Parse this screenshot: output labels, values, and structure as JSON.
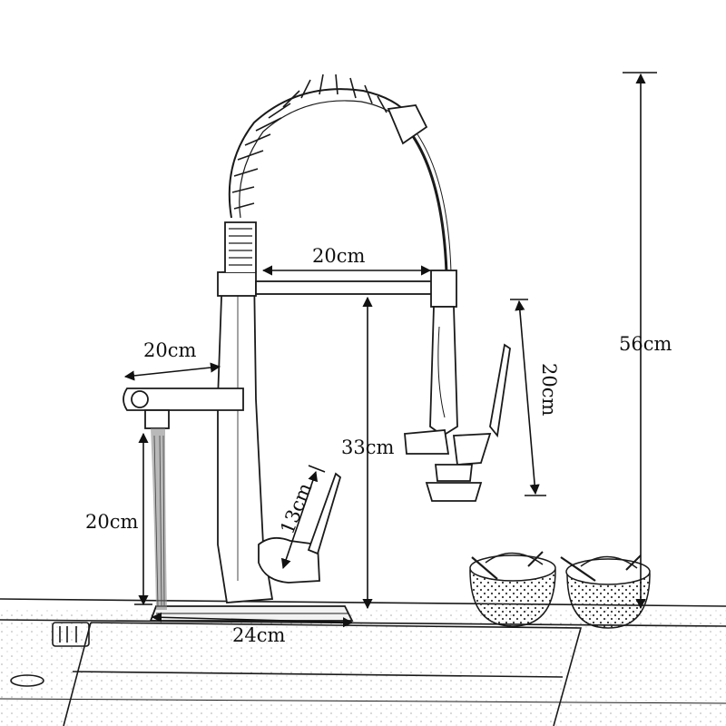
{
  "diagram": {
    "line_color": "#1a1a1a",
    "water_color": "#8a8a8a",
    "dimensions": {
      "faucet_height": "56cm",
      "arm_reach": "20cm",
      "spout_length": "20cm",
      "spout_clearance": "20cm",
      "deck_to_arm": "33cm",
      "sprayer_length": "20cm",
      "handle_length": "13cm",
      "base_plate_width": "24cm"
    },
    "icons": [
      "faucet-icon",
      "sink-icon",
      "bowl-icon"
    ]
  }
}
